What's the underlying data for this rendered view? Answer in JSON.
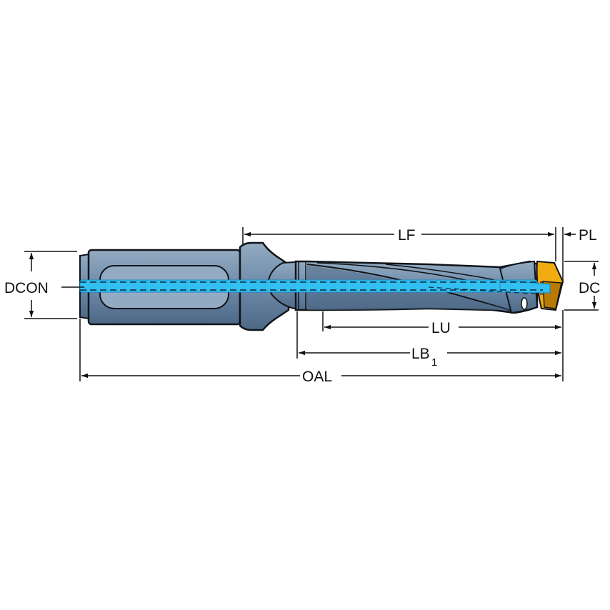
{
  "dimensions": {
    "dcon": "DCON",
    "lf": "LF",
    "pl": "PL",
    "dc": "DC",
    "lu": "LU",
    "lb": "LB",
    "lb_sub": "1",
    "oal": "OAL"
  },
  "colors": {
    "body": "#6d8aa8",
    "body_dark": "#4e6987",
    "body_light": "#93abc2",
    "outline": "#101418",
    "coolant": "#33bff0",
    "coolant_edge": "#1a8cc4",
    "insert": "#f2ab11",
    "insert_dark": "#b77a05",
    "line": "#111111"
  }
}
